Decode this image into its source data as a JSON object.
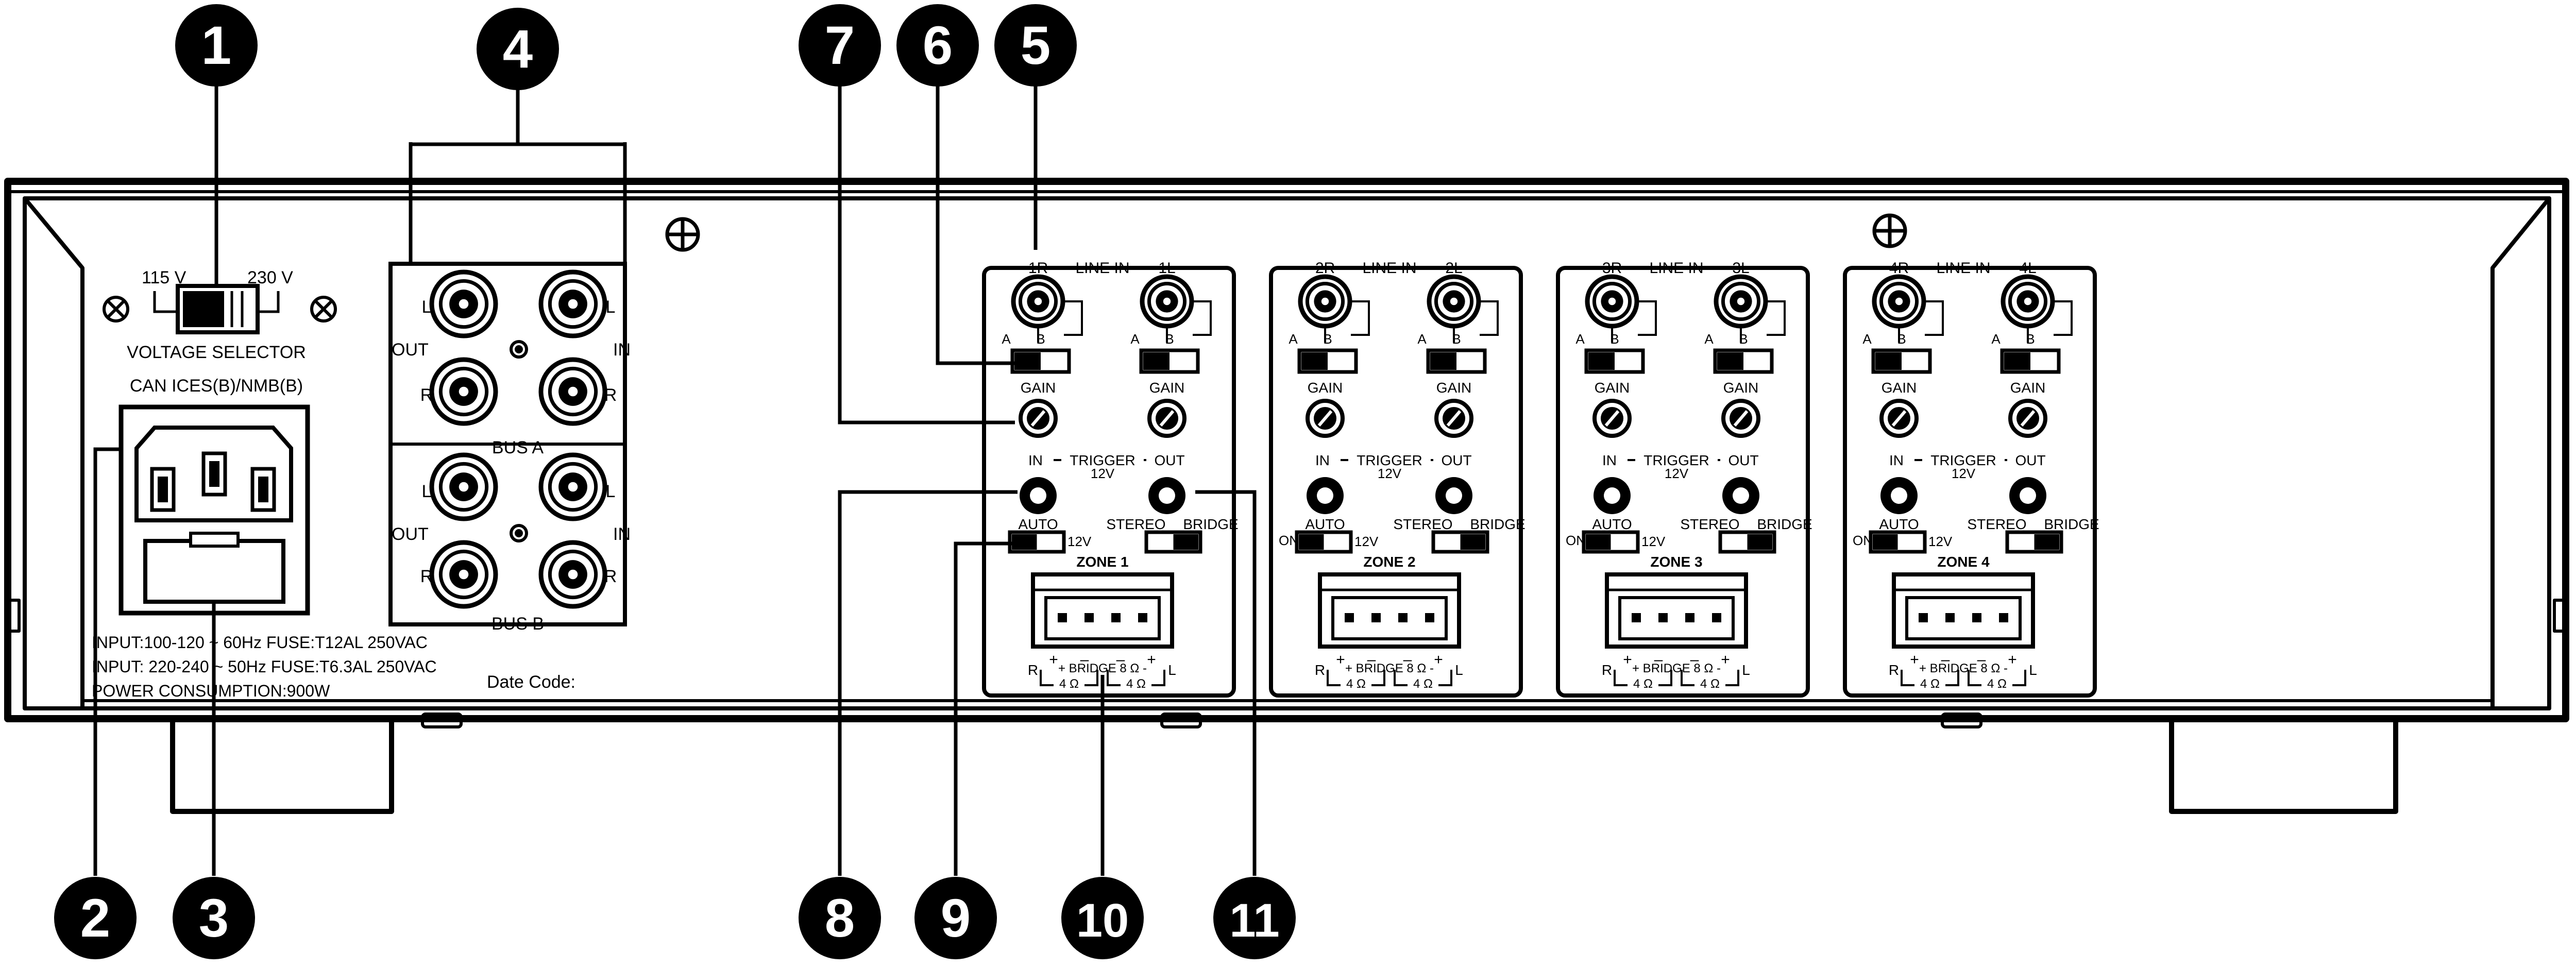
{
  "callouts": [
    "1",
    "2",
    "3",
    "4",
    "5",
    "6",
    "7",
    "8",
    "9",
    "10",
    "11"
  ],
  "power": {
    "v115": "115 V",
    "v230": "230 V",
    "voltage_selector": "VOLTAGE SELECTOR",
    "certification": "CAN ICES(B)/NMB(B)",
    "spec_line_1": "INPUT:100-120 ~ 60Hz FUSE:T12AL 250VAC",
    "spec_line_2": "INPUT: 220-240 ~ 50Hz FUSE:T6.3AL 250VAC",
    "spec_line_3": "POWER CONSUMPTION:900W",
    "date_code": "Date Code:"
  },
  "bus": {
    "out": "OUT",
    "in": "IN",
    "l": "L",
    "r": "R",
    "bus_a": "BUS A",
    "bus_b": "BUS B"
  },
  "zones": [
    {
      "right_input": "1R",
      "left_input": "1L",
      "name": "ZONE 1",
      "show_on": false
    },
    {
      "right_input": "2R",
      "left_input": "2L",
      "name": "ZONE 2",
      "show_on": true
    },
    {
      "right_input": "3R",
      "left_input": "3L",
      "name": "ZONE 3",
      "show_on": true
    },
    {
      "right_input": "4R",
      "left_input": "4L",
      "name": "ZONE 4",
      "show_on": true
    }
  ],
  "zone_labels": {
    "line_in": "LINE IN",
    "a": "A",
    "b": "B",
    "gain": "GAIN",
    "trigger_in": "IN",
    "trigger": "TRIGGER",
    "trigger_out": "OUT",
    "trigger_voltage": "12V",
    "auto": "AUTO",
    "on": "ON",
    "volt12": "12V",
    "stereo": "STEREO",
    "bridge": "BRIDGE",
    "r": "R",
    "l": "L",
    "bridge_8": "+ BRIDGE 8 Ω -",
    "ohm_4a": "4 Ω",
    "ohm_4b": "4 Ω",
    "plus": "+",
    "minus": "–"
  }
}
